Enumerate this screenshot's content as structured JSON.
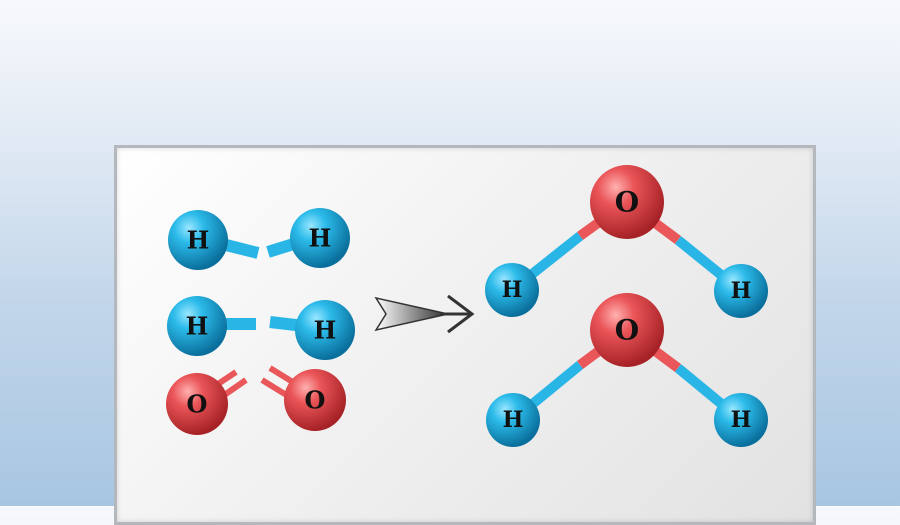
{
  "reactants": {
    "h2_molecules": [
      {
        "atoms": [
          "H",
          "H"
        ]
      },
      {
        "atoms": [
          "H",
          "H"
        ]
      }
    ],
    "o2_molecule": {
      "atoms": [
        "O",
        "O"
      ]
    }
  },
  "products": {
    "h2o_molecules": [
      {
        "atoms": [
          "O",
          "H",
          "H"
        ]
      },
      {
        "atoms": [
          "O",
          "H",
          "H"
        ]
      }
    ]
  },
  "colors": {
    "hydrogen": "#22aede",
    "oxygen": "#e84f52",
    "bond_h": "#29b6e6",
    "bond_o": "#e9575a",
    "arrow": "#555555"
  }
}
